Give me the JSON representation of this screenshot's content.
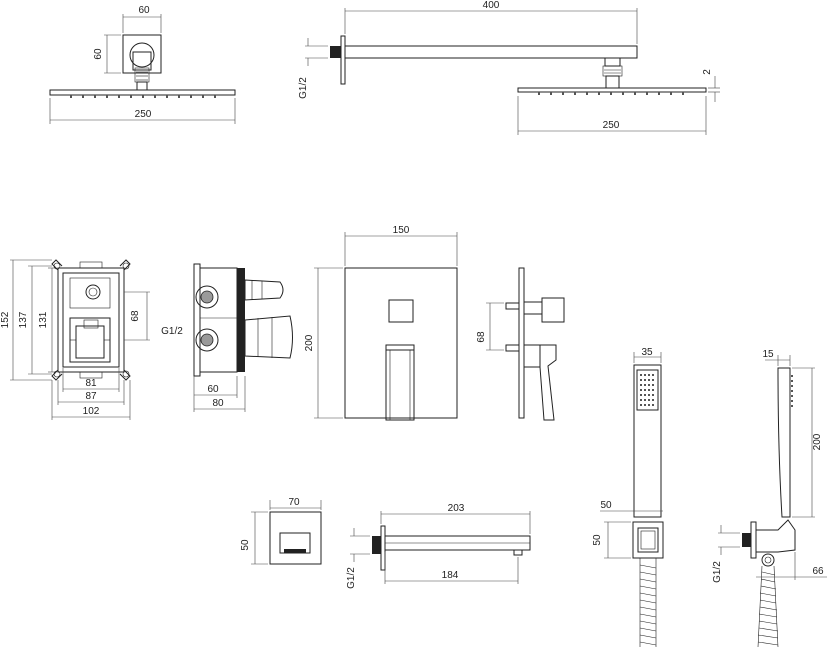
{
  "colors": {
    "line": "#222222",
    "background": "#ffffff"
  },
  "dimensions": {
    "head_front_width": "60",
    "head_front_height": "60",
    "head_front_plate": "250",
    "arm_length": "400",
    "arm_thread": "G1/2",
    "head_side_thickness": "2",
    "head_side_plate": "250",
    "box_height_152": "152",
    "box_height_137": "137",
    "box_height_131": "131",
    "box_ports_68": "68",
    "box_width_81": "81",
    "box_width_87": "87",
    "box_width_102": "102",
    "box_side_thread": "G1/2",
    "box_side_60": "60",
    "box_side_80": "80",
    "panel_width": "150",
    "panel_height": "200",
    "mixer_side_68": "68",
    "hand_width": "35",
    "hand_depth": "15",
    "hand_length": "200",
    "spout_plate_width": "70",
    "spout_plate_height": "50",
    "spout_length": "203",
    "spout_reach": "184",
    "spout_thread": "G1/2",
    "holder_width": "50",
    "holder_height": "50",
    "holder_thread": "G1/2",
    "holder_depth": "66"
  }
}
